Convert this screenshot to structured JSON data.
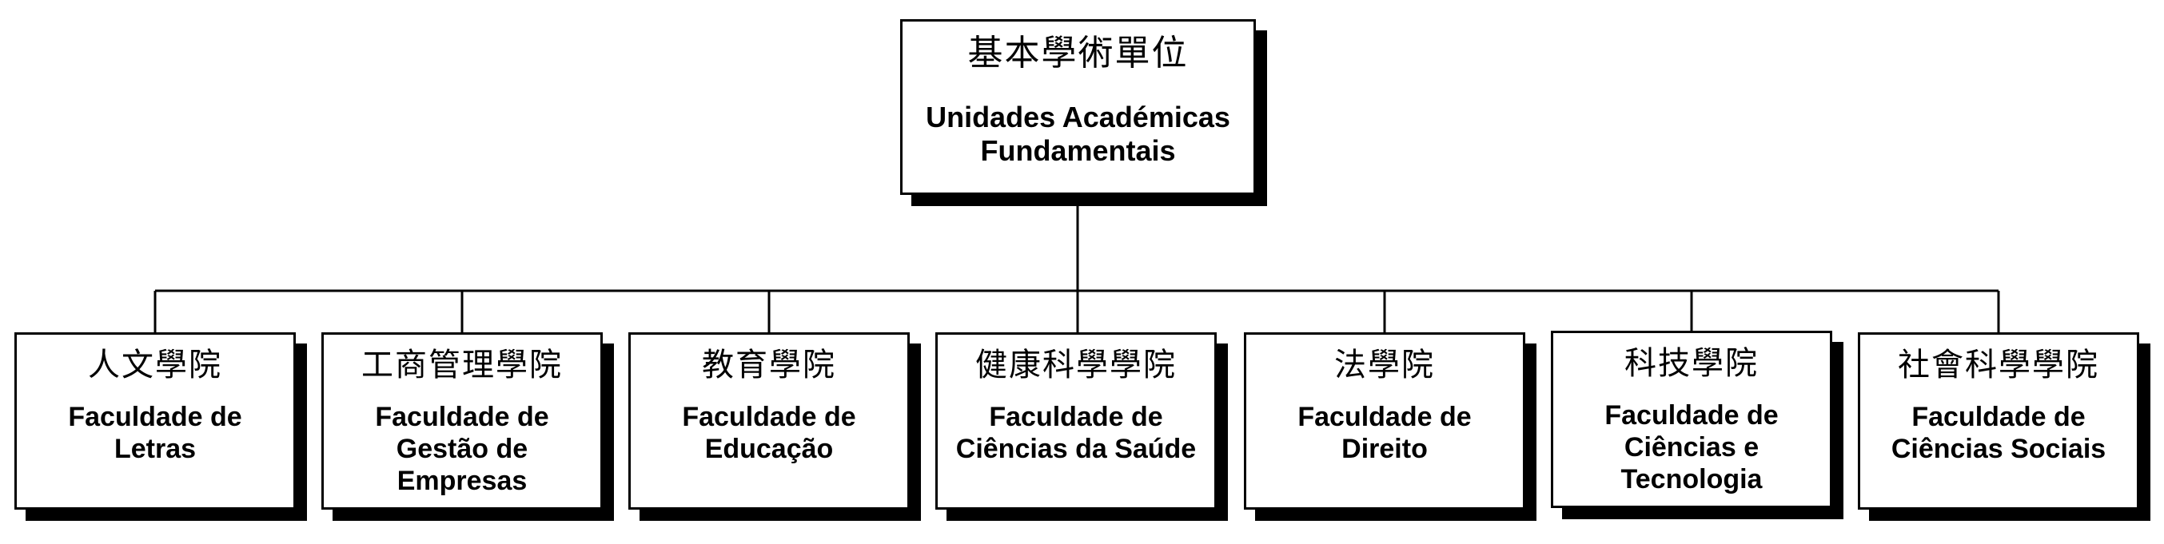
{
  "root": {
    "title_zh": "基本學術單位",
    "title_pt": "Unidades Académicas\nFundamentais"
  },
  "faculties": [
    {
      "title_zh": "人文學院",
      "title_pt": "Faculdade de\nLetras"
    },
    {
      "title_zh": "工商管理學院",
      "title_pt": "Faculdade de\nGestão de\nEmpresas"
    },
    {
      "title_zh": "教育學院",
      "title_pt": "Faculdade de\nEducação"
    },
    {
      "title_zh": "健康科學學院",
      "title_pt": "Faculdade de\nCiências da Saúde"
    },
    {
      "title_zh": "法學院",
      "title_pt": "Faculdade de\nDireito"
    },
    {
      "title_zh": "科技學院",
      "title_pt": "Faculdade de\nCiências e\nTecnologia"
    },
    {
      "title_zh": "社會科學學院",
      "title_pt": "Faculdade de\nCiências Sociais"
    }
  ],
  "colors": {
    "line": "#000000",
    "box_fill": "#ffffff",
    "shadow": "#000000"
  }
}
